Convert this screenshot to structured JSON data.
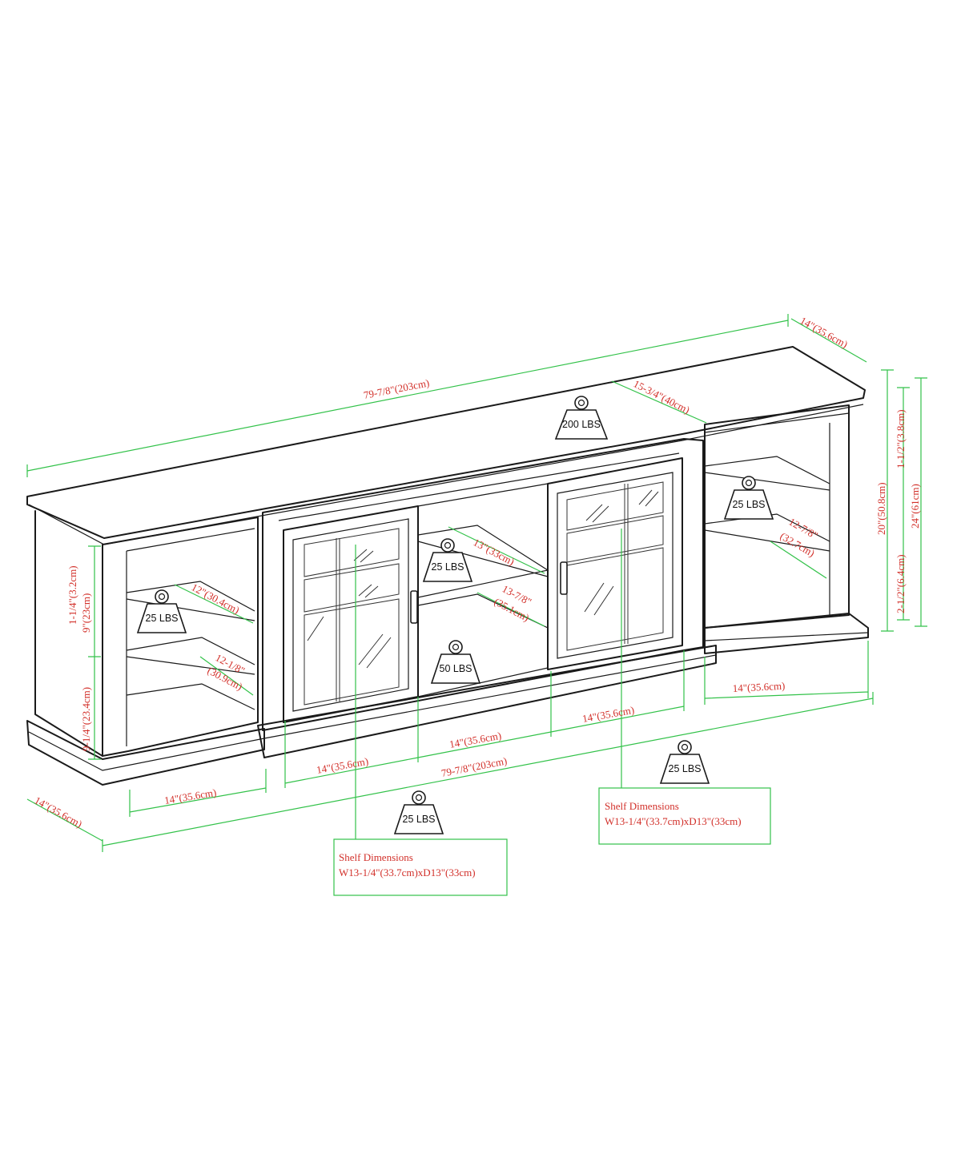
{
  "dimensions": {
    "top_width": "79-7/8\"(203cm)",
    "top_depth": "14\"(35.6cm)",
    "center_depth": "15-3/4\"(40cm)",
    "right_top_gap": "1-1/2\"(3.8cm)",
    "right_height": "20\"(50.8cm)",
    "total_height": "24\"(61cm)",
    "right_bottom_gap": "2-1/2\"(6.4cm)",
    "right_shelf_depth": "12-7/8\"",
    "right_shelf_depth_cm": "(32.7cm)",
    "right_width": "14\"(35.6cm)",
    "left_top_gap": "1-1/4\"(3.2cm)",
    "left_upper_height": "9\"(23cm)",
    "left_lower_height": "9-1/4\"(23.4cm)",
    "left_shelf_depth": "12\"(30.4cm)",
    "left_lower_depth": "12-1/8\"",
    "left_lower_depth_cm": "(30.9cm)",
    "center_shelf_depth": "13\"(33cm)",
    "center_lower_depth": "13-7/8\"",
    "center_lower_depth_cm": "(35.1cm)",
    "left_width": "14\"(35.6cm)",
    "left_door_width": "14\"(35.6cm)",
    "center_width": "14\"(35.6cm)",
    "right_door_width": "14\"(35.6cm)",
    "bottom_width": "79-7/8\"(203cm)",
    "bottom_depth": "14\"(35.6cm)"
  },
  "weights": {
    "top": "200 LBS",
    "right_shelf": "25 LBS",
    "left_shelf": "25 LBS",
    "center_shelf": "25 LBS",
    "center_bottom": "50 LBS",
    "left_door_shelf": "25 LBS",
    "right_door_shelf": "25 LBS"
  },
  "shelf_boxes": {
    "left": {
      "title": "Shelf Dimensions",
      "spec": "W13-1/4\"(33.7cm)xD13\"(33cm)"
    },
    "right": {
      "title": "Shelf Dimensions",
      "spec": "W13-1/4\"(33.7cm)xD13\"(33cm)"
    }
  },
  "colors": {
    "line": "#1a1a1a",
    "dimension_line": "#33c24a",
    "dimension_text": "#d2302a"
  }
}
